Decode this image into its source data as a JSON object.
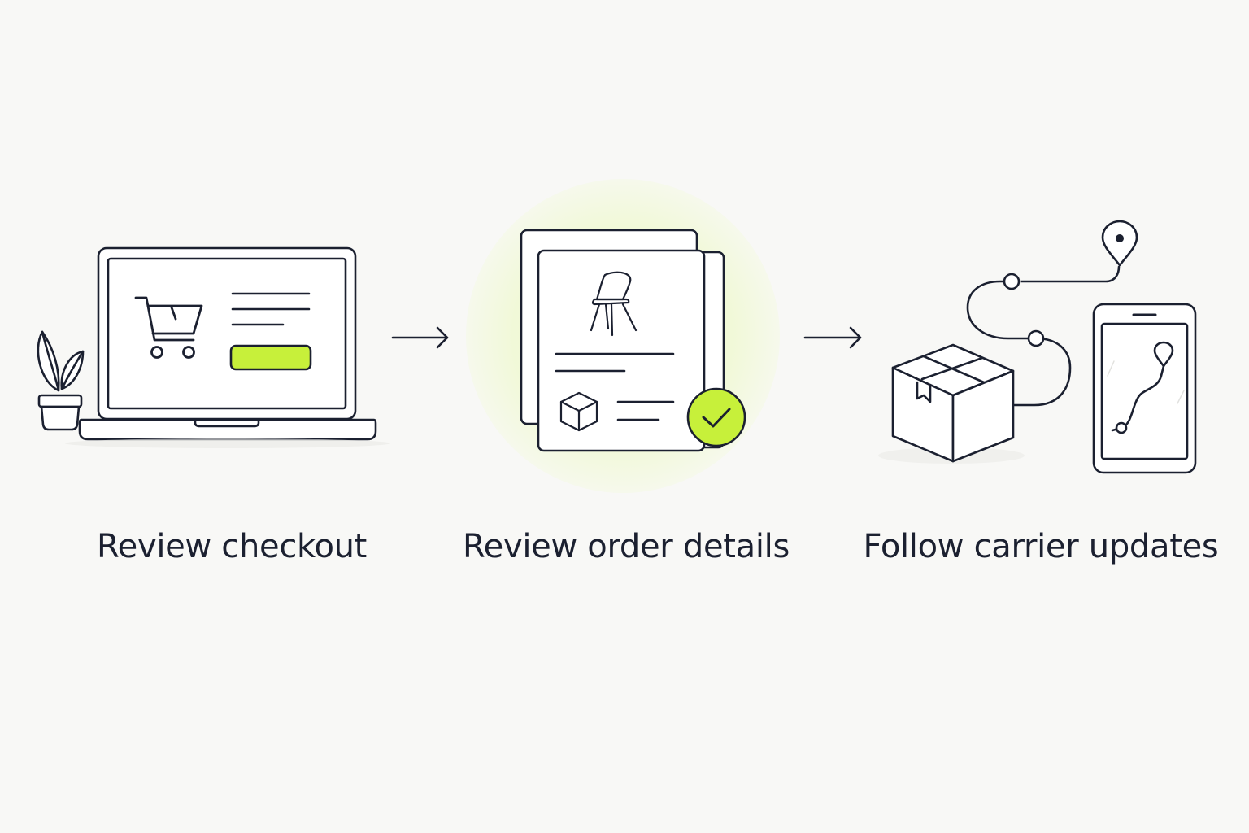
{
  "steps": [
    {
      "label": "Review checkout",
      "icon": "laptop-cart-icon"
    },
    {
      "label": "Review order details",
      "icon": "order-document-icon"
    },
    {
      "label": "Follow carrier updates",
      "icon": "parcel-tracking-icon"
    }
  ],
  "colors": {
    "background": "#f8f8f6",
    "stroke": "#1b2030",
    "accent": "#c7f03a",
    "accent_glow": "#f1f9d8"
  }
}
